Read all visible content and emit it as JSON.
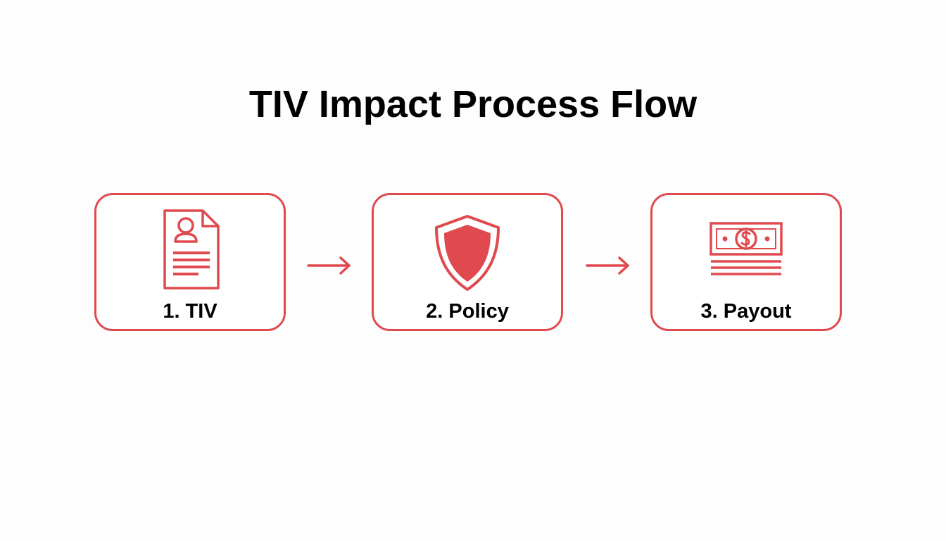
{
  "title": "TIV Impact Process Flow",
  "accent_color": "#e04a4e",
  "steps": [
    {
      "label": "1. TIV",
      "icon": "document-person-icon"
    },
    {
      "label": "2. Policy",
      "icon": "shield-icon"
    },
    {
      "label": "3. Payout",
      "icon": "money-bill-icon"
    }
  ]
}
